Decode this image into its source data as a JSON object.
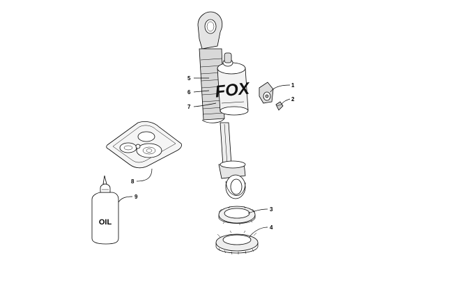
{
  "diagram": {
    "callouts": [
      {
        "id": "1",
        "label": "1"
      },
      {
        "id": "2",
        "label": "2"
      },
      {
        "id": "3",
        "label": "3"
      },
      {
        "id": "4",
        "label": "4"
      },
      {
        "id": "5",
        "label": "5"
      },
      {
        "id": "6",
        "label": "6"
      },
      {
        "id": "7",
        "label": "7"
      },
      {
        "id": "8",
        "label": "8"
      },
      {
        "id": "9",
        "label": "9"
      }
    ],
    "shock_brand_text": "FOX",
    "oil_bottle_text": "OIL"
  }
}
